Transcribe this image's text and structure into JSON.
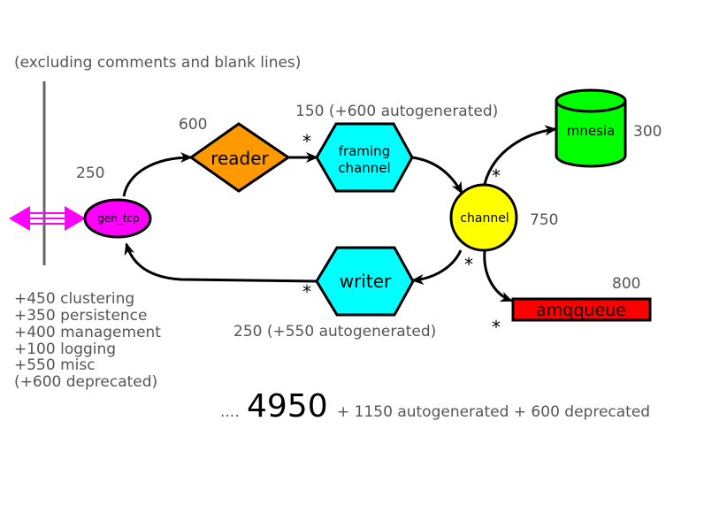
{
  "header_note": "(excluding comments and blank lines)",
  "nodes": {
    "gen_tcp": {
      "label": "gen_tcp",
      "count": "250",
      "fill": "#ff00ff"
    },
    "reader": {
      "label": "reader",
      "count": "600",
      "fill": "#ff9900"
    },
    "framing_channel": {
      "label_line1": "framing",
      "label_line2": "channel",
      "count": "150 (+600 autogenerated)",
      "fill": "#00ffff"
    },
    "channel": {
      "label": "channel",
      "count": "750",
      "fill": "#ffff00"
    },
    "mnesia": {
      "label": "mnesia",
      "count": "300",
      "fill": "#00ff00"
    },
    "writer": {
      "label": "writer",
      "count": "250 (+550 autogenerated)",
      "fill": "#00ffff"
    },
    "amqqueue": {
      "label": "amqqueue",
      "count": "800",
      "fill": "#ff0000"
    }
  },
  "connector_color": "#ff00ff",
  "multiplicity_marks": {
    "reader_to_framing": "*",
    "channel_mnesia": "*",
    "channel_writer": "*",
    "writer_to_gen_tcp": "*",
    "amqqueue_side": "*"
  },
  "extras": [
    "+450 clustering",
    "+350 persistence",
    "+400 management",
    "+100 logging",
    "+550 misc",
    "(+600 deprecated)"
  ],
  "total": {
    "prefix": "....",
    "value": "4950",
    "suffix": "+ 1150 autogenerated + 600 deprecated"
  }
}
